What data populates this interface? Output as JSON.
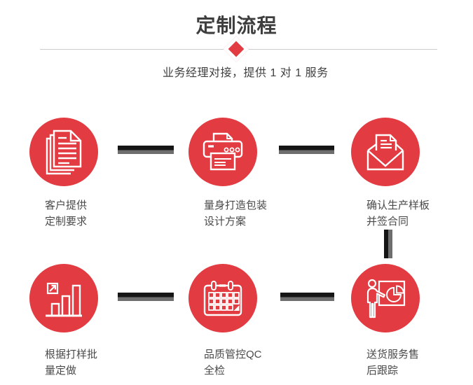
{
  "header": {
    "title": "定制流程",
    "subtitle": "业务经理对接，提供 1 对 1 服务"
  },
  "colors": {
    "accent_red": "#e23b41",
    "connector_dark": "#151515",
    "connector_gray": "#6e6e6e",
    "title_text": "#3e3e3e",
    "subtitle_text": "#3f3f3f",
    "label_text": "#4a4a4a",
    "divider_line": "#cccccc",
    "icon_stroke": "#ffffff"
  },
  "steps": [
    {
      "id": "customer-requirements",
      "icon": "documents-icon",
      "lines": [
        "客户提供",
        "定制要求"
      ]
    },
    {
      "id": "packaging-design",
      "icon": "printer-icon",
      "lines": [
        "量身打造包装",
        "设计方案"
      ]
    },
    {
      "id": "confirm-sample",
      "icon": "envelope-icon",
      "lines": [
        "确认生产样板",
        "并签合同"
      ]
    },
    {
      "id": "batch-production",
      "icon": "bar-chart-icon",
      "lines": [
        "根据打样批",
        "量定做"
      ]
    },
    {
      "id": "quality-control",
      "icon": "calendar-icon",
      "lines": [
        "品质管控QC",
        "全检"
      ]
    },
    {
      "id": "delivery-aftersales",
      "icon": "presentation-icon",
      "lines": [
        "送货服务售",
        "后跟踪"
      ]
    }
  ]
}
